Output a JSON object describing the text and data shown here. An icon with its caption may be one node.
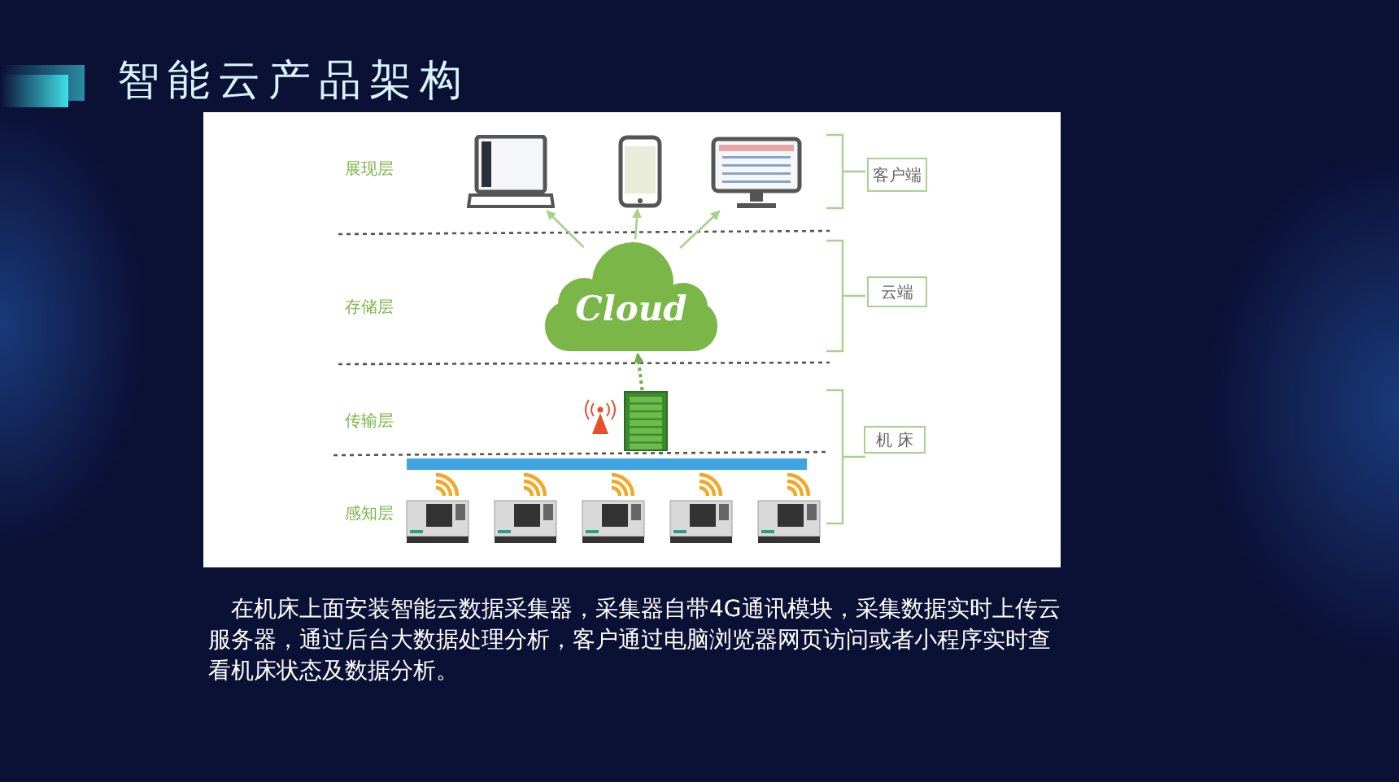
{
  "diagram": {
    "title": "智能云产品架构",
    "caption": "在机床上面安装智能云数据采集器，采集器自带4G通讯模块，采集数据实时上传云服务器，通过后台大数据处理分析，客户通过电脑浏览器网页访问或者小程序实时查看机床状态及数据分析。",
    "nodes": [
      {
        "text": [],
        "shape": "picture"
      },
      {
        "text": [],
        "shape": "picture"
      },
      {
        "text": [],
        "shape": "picture"
      },
      {
        "text": [
          "Cloud"
        ]
      },
      {
        "text": [],
        "shape": "picture"
      },
      {
        "text": [
          "客户端"
        ]
      },
      {
        "text": [
          "云端"
        ]
      },
      {
        "text": [
          "机 床"
        ]
      }
    ],
    "edges": [
      {
        "from": 3,
        "to": 0,
        "arrow": "to"
      },
      {
        "from": 3,
        "to": 1,
        "arrow": "to"
      },
      {
        "from": 3,
        "to": 2,
        "arrow": "to"
      },
      {
        "from": 4,
        "to": 3,
        "arrow": "to",
        "style": "dashed",
        "color": "#70ad47"
      }
    ],
    "labels": [
      "展现层",
      "存储层",
      "传输层",
      "感知层"
    ]
  }
}
